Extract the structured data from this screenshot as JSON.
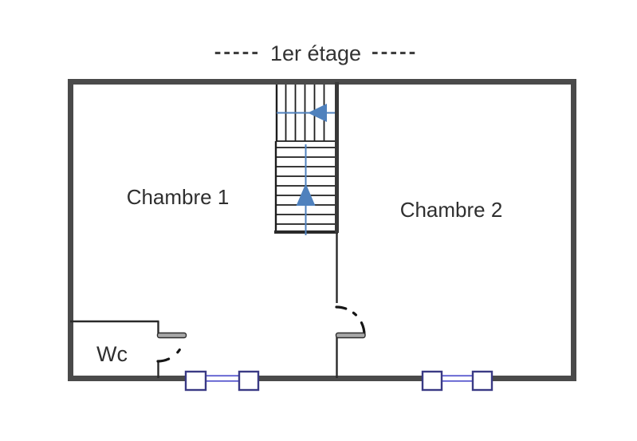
{
  "title": {
    "dashes_left": "-----",
    "text": "1er étage",
    "dashes_right": "-----"
  },
  "rooms": {
    "chambre1": {
      "label": "Chambre 1"
    },
    "chambre2": {
      "label": "Chambre 2"
    },
    "wc": {
      "label": "Wc"
    }
  },
  "colors": {
    "outer_wall": "#4a4a4a",
    "interior_wall": "#2a2a2a",
    "stair_arrow_blue": "#4f81bd",
    "window_frame": "#3a3a85",
    "window_glass": "#5f5fd0",
    "label_text": "#2f2f2f"
  }
}
